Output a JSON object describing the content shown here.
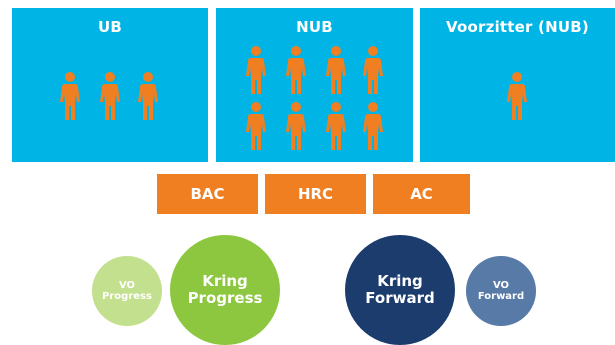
{
  "panels": {
    "ub": {
      "title": "UB",
      "people": 3
    },
    "nub": {
      "title": "NUB",
      "people": 8
    },
    "voorzitter": {
      "title": "Voorzitter (NUB)",
      "people": 1
    }
  },
  "committees": {
    "bac": "BAC",
    "hrc": "HRC",
    "ac": "AC"
  },
  "circles": {
    "vo_progress": {
      "line1": "VO",
      "line2": "Progress"
    },
    "kring_progress": {
      "line1": "Kring",
      "line2": "Progress"
    },
    "kring_forward": {
      "line1": "Kring",
      "line2": "Forward"
    },
    "vo_forward": {
      "line1": "VO",
      "line2": "Forward"
    }
  },
  "colors": {
    "panel_blue": "#00b4e6",
    "orange": "#f07f22",
    "green_light": "#c3e08e",
    "green": "#8dc63f",
    "navy": "#1c3c6e",
    "slate_blue": "#577aa6"
  },
  "icons": {
    "person": "person-icon"
  }
}
